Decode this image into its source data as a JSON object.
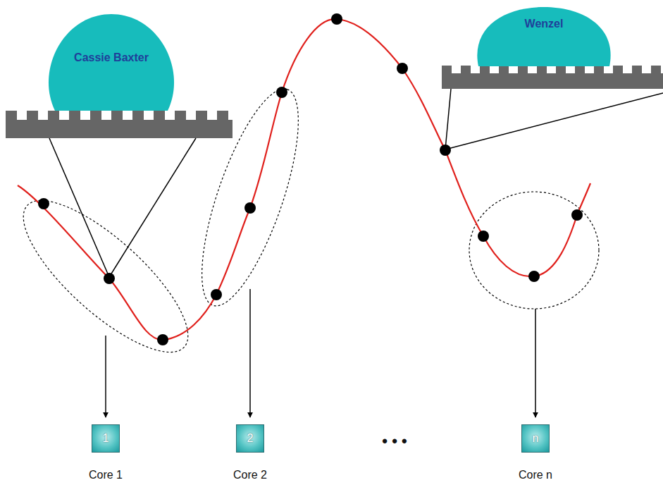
{
  "diagram": {
    "nodes": [
      {
        "text": [
          "Cassie Baxter"
        ]
      },
      {
        "text": [
          "Wenzel"
        ]
      },
      {
        "text": [
          "1",
          "Core 1"
        ]
      },
      {
        "text": [
          "2",
          "Core 2"
        ]
      },
      {
        "text": [
          "n",
          "Core n"
        ]
      }
    ],
    "labels": [
      "• • •"
    ]
  }
}
